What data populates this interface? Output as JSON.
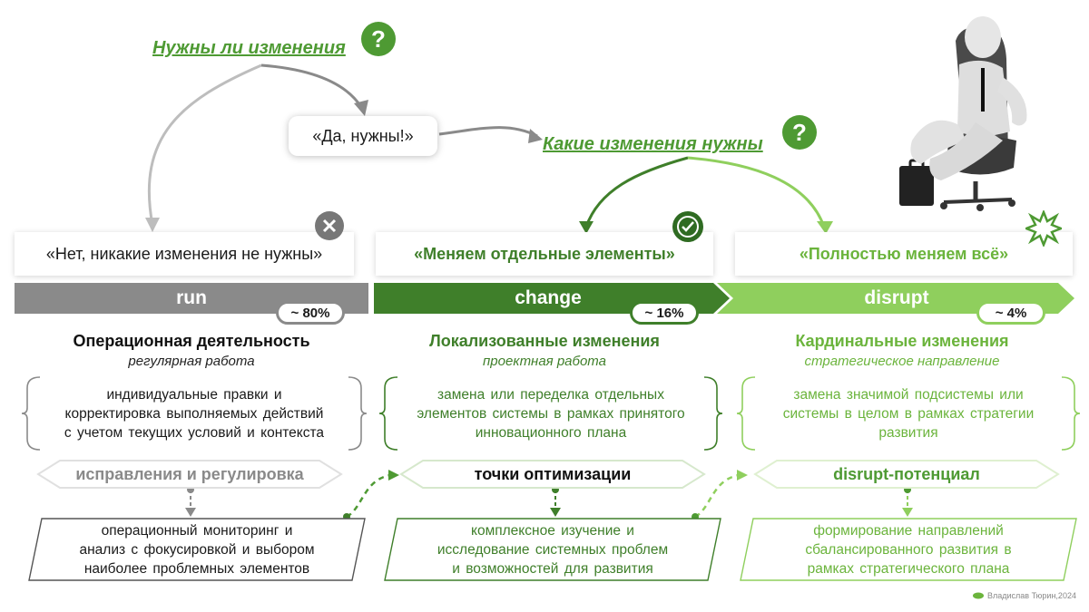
{
  "top": {
    "question1": "Нужны ли изменения",
    "yes_answer": "«Да, нужны!»",
    "question2": "Какие изменения нужны",
    "qmark": "?"
  },
  "columns": [
    {
      "answer": "«Нет, никакие изменения не нужны»",
      "band": "run",
      "pct": "~ 80%",
      "title": "Операционная деятельность",
      "subtitle": "регулярная работа",
      "desc": [
        "индивидуальные  правки и",
        "корректировка выполняемых действий",
        "с учетом текущих условий и контекста"
      ],
      "hex": "исправления и регулировка",
      "para": [
        "операционный  мониторинг  и",
        "анализ с фокусировкой и выбором",
        "наиболее проблемных элементов"
      ]
    },
    {
      "answer": "«Меняем отдельные элементы»",
      "band": "change",
      "pct": "~ 16%",
      "title": "Локализованные изменения",
      "subtitle": "проектная работа",
      "desc": [
        "замена или переделка отдельных",
        "элементов системы в рамках принятого",
        "инновационного  плана"
      ],
      "hex": "точки оптимизации",
      "para": [
        "комплексное  изучение  и",
        "исследование  системных проблем",
        "и возможностей  для развития"
      ]
    },
    {
      "answer": "«Полностью меняем всё»",
      "band": "disrupt",
      "pct": "~ 4%",
      "title": "Кардинальные изменения",
      "subtitle": "стратегическое направление",
      "desc": [
        "замена значимой подсистемы или",
        "системы в целом в рамках стратегии",
        "развития"
      ],
      "hex": "disrupt-потенциал",
      "para": [
        "формирование  направлений",
        "сбалансированного развития в",
        "рамках стратегического плана"
      ]
    }
  ],
  "credit": "Владислав Тюрин,2024",
  "colors": {
    "gray": "#8a8a8a",
    "dark_green": "#3f7f2a",
    "mid_green": "#4e9a33",
    "light_green": "#8fcf5d"
  }
}
